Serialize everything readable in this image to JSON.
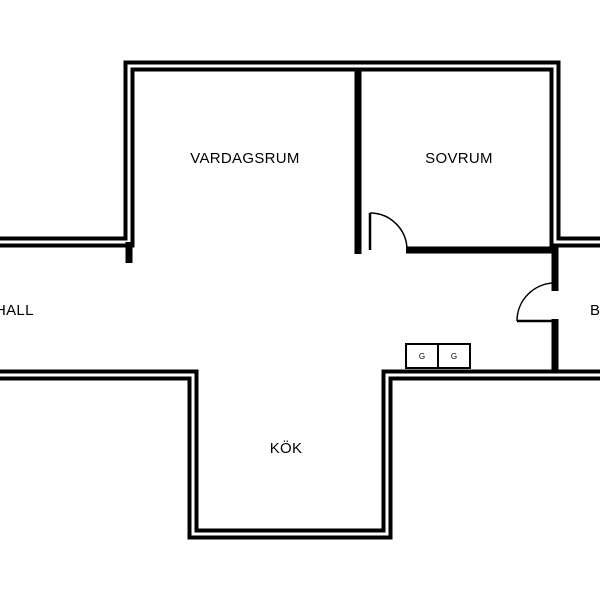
{
  "floor_plan": {
    "rooms": [
      {
        "id": "vardagsrum",
        "label": "VARDAGSRUM"
      },
      {
        "id": "sovrum",
        "label": "SOVRUM"
      },
      {
        "id": "hall",
        "label": "HALL"
      },
      {
        "id": "kok",
        "label": "KÖK"
      },
      {
        "id": "badrum",
        "label": "B"
      }
    ],
    "stove": {
      "burners": [
        "G",
        "G"
      ]
    },
    "colors": {
      "wall": "#000000",
      "background": "#ffffff"
    }
  }
}
